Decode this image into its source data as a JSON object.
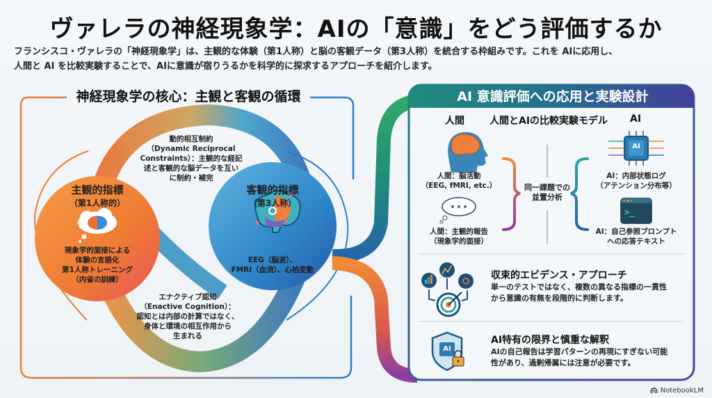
{
  "header": {
    "title": "ヴァレラの神経現象学：AIの「意識」をどう評価するか",
    "intro_line1": "フランシスコ・ヴァレラの「神経現象学」は、主観的な体験（第1人称）と脳の客観データ（第3人称）を統合する枠組みです。これを AIに応用し、",
    "intro_line2": "人間と AI を比較実験することで、AIに意識が宿りうるかを科学的に探求するアプローチを紹介します。"
  },
  "left_section": {
    "heading": "神経現象学の核心：主観と客観の循環",
    "subjective": {
      "title": "主観的指標",
      "subtitle": "（第1人称的）",
      "icon": "thought-cloud-brain-icon",
      "lines": [
        "現象学的面接による",
        "体験の言語化",
        "第1人称トレーニング",
        "（内省の訓練）"
      ]
    },
    "objective": {
      "title": "客観的指標",
      "subtitle": "（第3人称）",
      "icon": "circuit-brain-icon",
      "lines": [
        "EEG（脳波）、",
        "FMRI（血流）、心拍変動"
      ]
    },
    "top_loop": {
      "lines": [
        "動的相互制約",
        "（Dynamic Reciprocal",
        "Constraints）：主観的な経記",
        "述と客観的な脳データを互い",
        "に制約・補完"
      ]
    },
    "bottom_loop": {
      "lines": [
        "エナクティブ認知",
        "（Enactive Cognition）：",
        "認知とは内部の計算ではなく、",
        "身体と環境の相互作用から",
        "生まれる"
      ]
    }
  },
  "right_panel": {
    "title": "AI 意識評価への応用と実験設計",
    "comparison": {
      "human_header": "人間",
      "model_header": "人間とAIの比較実験モデル",
      "ai_header": "AI",
      "human_items": [
        {
          "icon": "human-head-brain-icon",
          "line1": "人間：脳活動",
          "line2": "（EEG, fMRI, etc.）"
        },
        {
          "icon": "speech-cloud-icon",
          "line1": "人間：主観的報告",
          "line2": "（現象学的面接）"
        }
      ],
      "center_label_line1": "同一課題での",
      "center_label_line2": "並置分析",
      "ai_items": [
        {
          "icon": "ai-chip-icon",
          "chip_label": "AI",
          "line1": "AI：内部状態ログ",
          "line2": "（アテンション分布等）"
        },
        {
          "icon": "terminal-icon",
          "terminal_prompt": ">_",
          "line1": "AI：自己参照プロンプト",
          "line2": "への応答テキスト"
        }
      ]
    },
    "sections": [
      {
        "icon": "convergent-target-icon",
        "title": "収束的エビデンス・アプローチ",
        "body_line1": "単一のテストではなく、複数の異なる指標の一貫性",
        "body_line2": "から意識の有無を段階的に判断します。"
      },
      {
        "icon": "ai-shield-lock-icon",
        "shield_label": "AI",
        "title": "AI特有の限界と慎重な解釈",
        "body_line1": "AIの自己報告は学習パターンの再現にすぎない可能",
        "body_line2": "性があり、過剰帰属には注意が必要です。"
      }
    ]
  },
  "brand": {
    "label": "NotebookLM",
    "icon": "notebooklm-logo-icon"
  },
  "colors": {
    "orange": "#ee7a35",
    "blue": "#2f7fc4",
    "teal": "#1e7f80",
    "purple": "#4a3f9c",
    "green": "#2e9e6a"
  }
}
